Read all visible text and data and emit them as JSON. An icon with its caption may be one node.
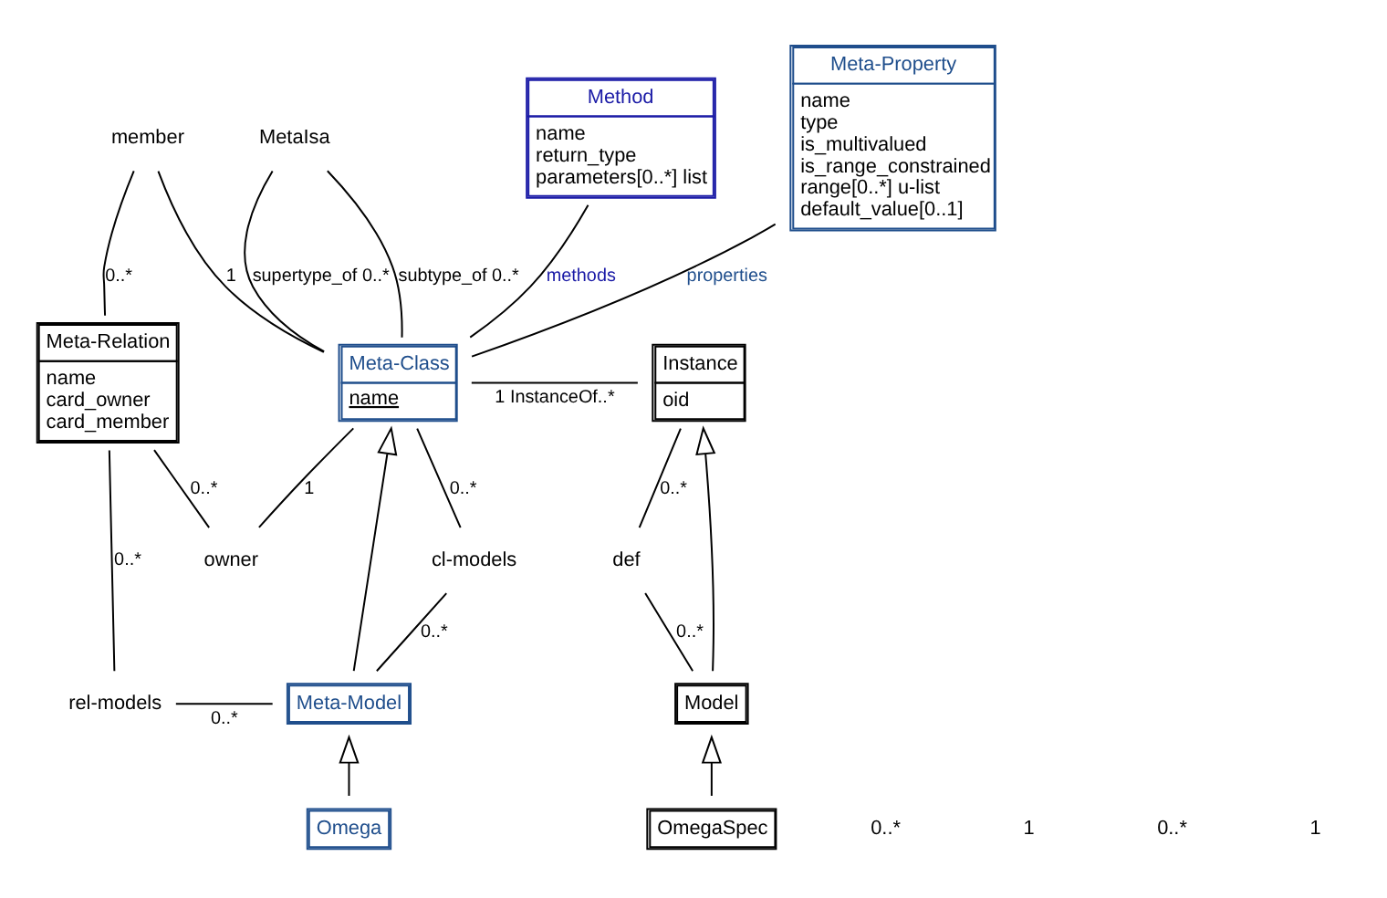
{
  "diagram": {
    "nodes": [
      {
        "text": [
          "Meta-Property",
          "name",
          "type",
          "is_multivalued",
          "is_range_constrained",
          "range[0..*] u-list",
          "default_value[0..1]"
        ]
      },
      {
        "text": [
          "MetaIsa"
        ]
      },
      {
        "text": [
          "Method",
          "name",
          "return_type",
          "parameters[0..*] list"
        ]
      },
      {
        "text": [
          "Meta-Relation",
          "name",
          "card_owner",
          "card_member"
        ]
      },
      {
        "text": [
          "member"
        ]
      },
      {
        "text": [
          "Meta-Class",
          "name"
        ]
      },
      {
        "text": [
          "Instance",
          "oid"
        ]
      },
      {
        "text": [
          "owner"
        ]
      },
      {
        "text": [
          "rel-models"
        ]
      },
      {
        "text": [
          "cl-models"
        ]
      },
      {
        "text": [
          "def"
        ]
      },
      {
        "text": [
          "Meta-Model"
        ]
      },
      {
        "text": [
          "Model"
        ]
      },
      {
        "text": [
          "Omega"
        ]
      },
      {
        "text": [
          "OmegaSpec"
        ]
      }
    ],
    "edges": [
      {
        "from": 5,
        "to": 0,
        "arrow": "none",
        "label": "properties"
      },
      {
        "from": 5,
        "to": 1,
        "arrow": "none",
        "label": "supertype_of 0..*"
      },
      {
        "from": 5,
        "to": 1,
        "arrow": "none",
        "label": "subtype_of 0..*"
      },
      {
        "from": 5,
        "to": 2,
        "arrow": "none",
        "label": "methods"
      },
      {
        "from": 3,
        "to": 4,
        "arrow": "none",
        "label": "0..*"
      },
      {
        "from": 5,
        "to": 4,
        "arrow": "none",
        "label": "1"
      },
      {
        "from": 7,
        "to": 3,
        "arrow": "none",
        "label": "0..*"
      },
      {
        "from": 7,
        "to": 5,
        "arrow": "none",
        "label": "1"
      },
      {
        "from": 5,
        "to": 6,
        "arrow": "none",
        "label": "1 InstanceOf..*"
      },
      {
        "from": 8,
        "to": 3,
        "arrow": "none",
        "label": "0..*"
      },
      {
        "from": 8,
        "to": 11,
        "arrow": "none",
        "label": "0..*"
      },
      {
        "from": 11,
        "to": 9,
        "arrow": "none",
        "label": "0..*"
      },
      {
        "from": 9,
        "to": 5,
        "arrow": "none",
        "label": "0..*"
      },
      {
        "from": 12,
        "to": 10,
        "arrow": "none",
        "label": "0..*"
      },
      {
        "from": 10,
        "to": 6,
        "arrow": "none",
        "label": "0..*"
      },
      {
        "from": 11,
        "to": 5,
        "arrow": "to"
      },
      {
        "from": 13,
        "to": 11,
        "arrow": "to"
      },
      {
        "from": 12,
        "to": 6,
        "arrow": "to"
      },
      {
        "from": 14,
        "to": 12,
        "arrow": "to"
      }
    ],
    "labels": [
      "0..*",
      "1",
      "0..*",
      "1"
    ]
  }
}
